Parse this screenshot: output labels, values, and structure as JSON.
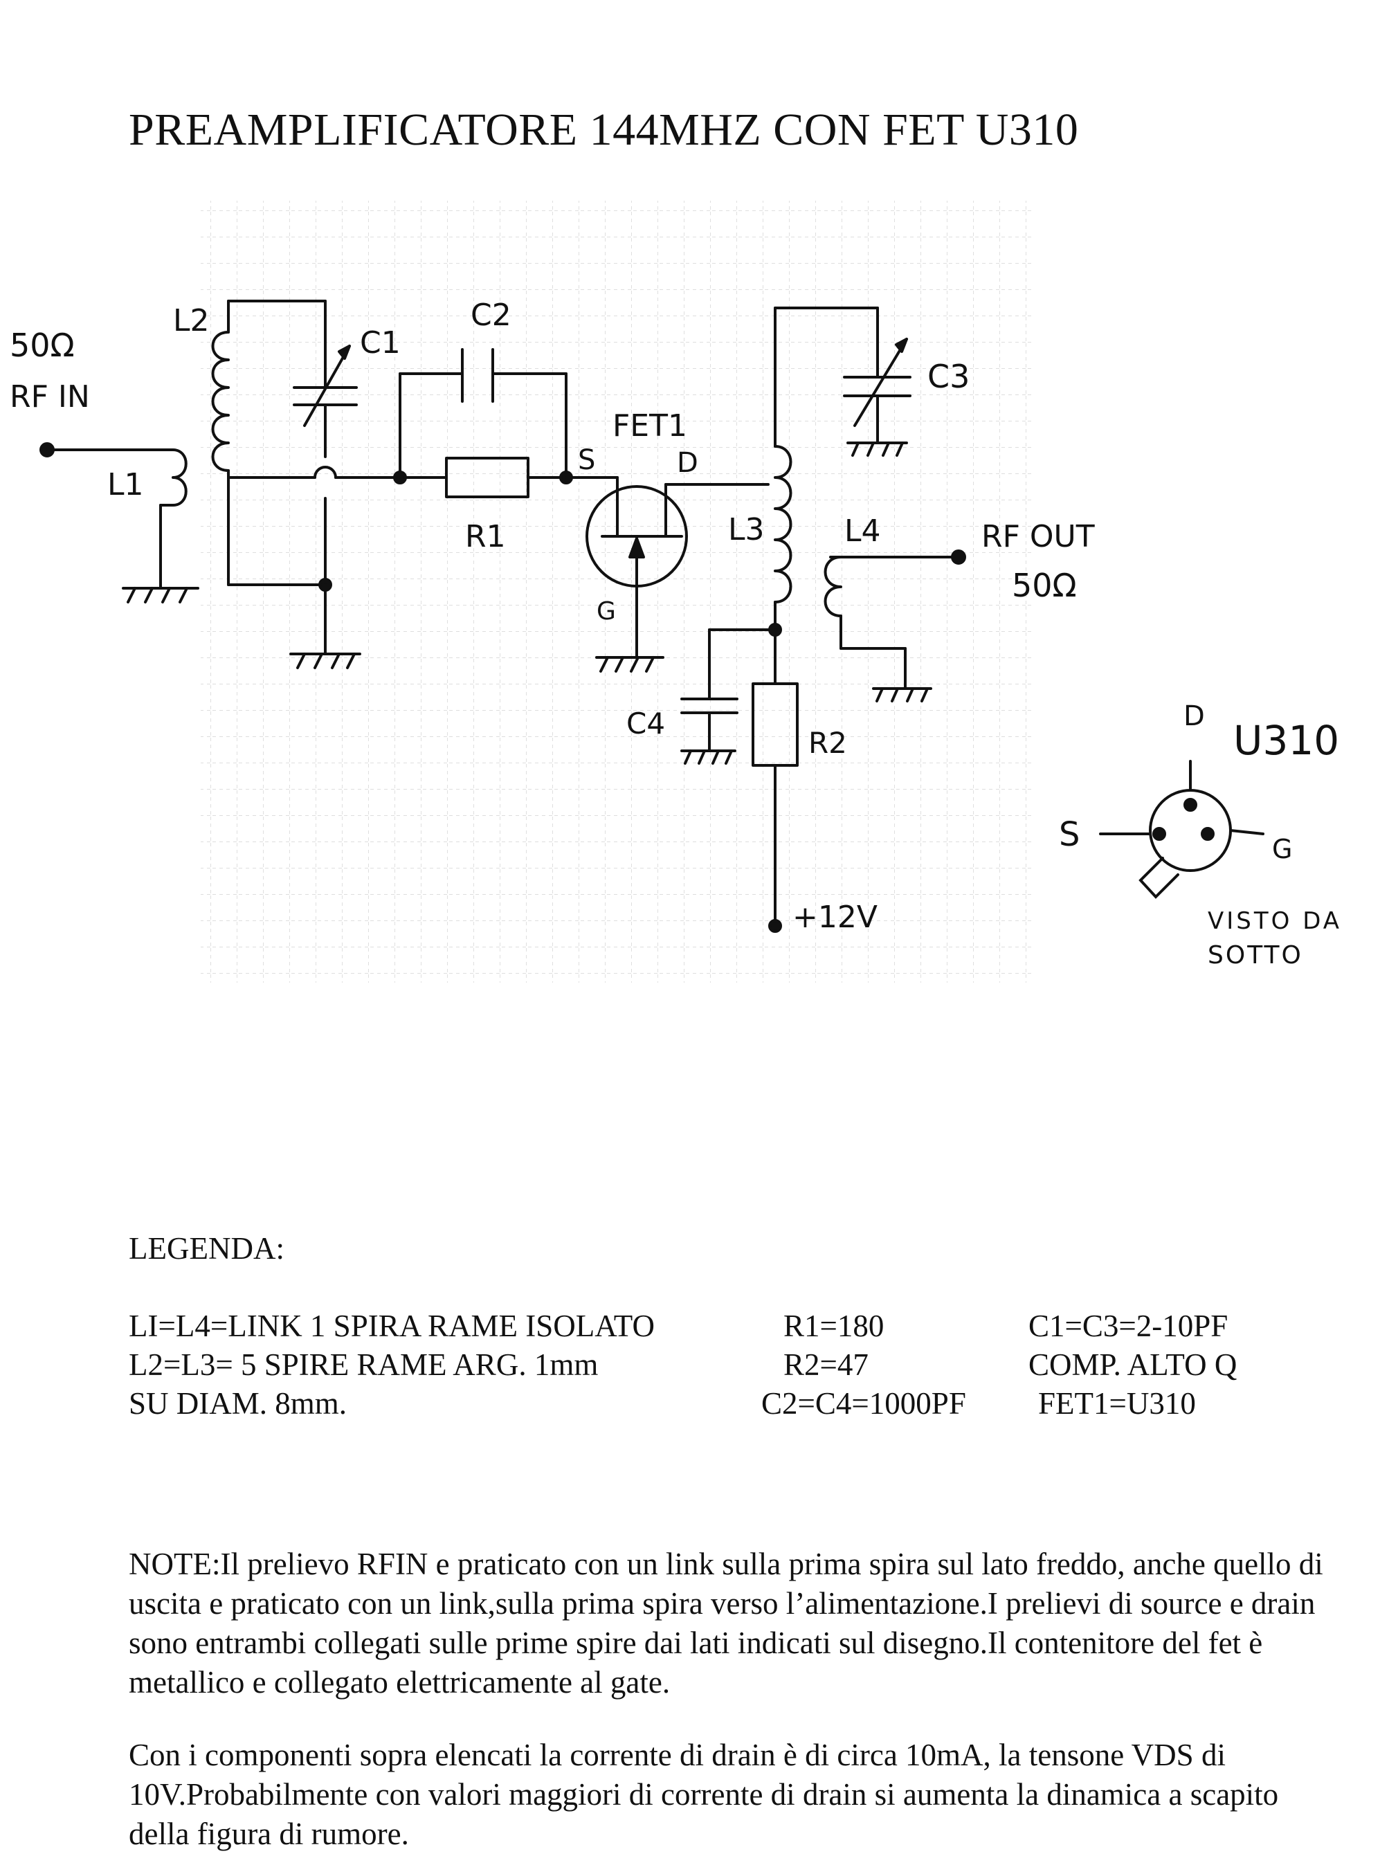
{
  "title": "PREAMPLIFICATORE 144MHZ CON FET U310",
  "schematic": {
    "labels": {
      "input_impedance": "50Ω",
      "input": "RF IN",
      "l1": "L1",
      "l2": "L2",
      "c1": "C1",
      "c2": "C2",
      "r1": "R1",
      "fet": "FET1",
      "source": "S",
      "drain": "D",
      "gate": "G",
      "c3": "C3",
      "l3": "L3",
      "l4": "L4",
      "output": "RF OUT",
      "output_impedance": "50Ω",
      "c4": "C4",
      "r2": "R2",
      "supply": "+12V"
    },
    "pinout": {
      "title": "U310",
      "drain": "D",
      "source": "S",
      "gate": "G",
      "caption_line1": "VISTO DA",
      "caption_line2": "SOTTO"
    }
  },
  "legend": {
    "heading": "LEGENDA:",
    "col1": [
      "LI=L4=LINK 1 SPIRA RAME ISOLATO",
      "L2=L3= 5 SPIRE RAME ARG. 1mm",
      "SU DIAM. 8mm."
    ],
    "col2": [
      "R1=180",
      "R2=47",
      "C2=C4=1000PF"
    ],
    "col3": [
      "C1=C3=2-10PF",
      "COMP. ALTO Q",
      "FET1=U310"
    ]
  },
  "notes": {
    "paragraph1": "NOTE:Il prelievo RFIN e praticato con un link sulla prima spira sul lato freddo, anche quello di uscita e praticato con un link,sulla prima spira verso l’alimentazione.I prelievi di source e drain sono entrambi collegati sulle prime spire dai lati indicati sul disegno.Il contenitore del fet è metallico e collegato elettricamente al gate.",
    "paragraph2": "Con i componenti sopra elencati la corrente di drain è di circa 10mA, la tensone VDS di 10V.Probabilmente con valori maggiori di corrente di drain si aumenta  la dinamica a scapito della figura di rumore."
  }
}
